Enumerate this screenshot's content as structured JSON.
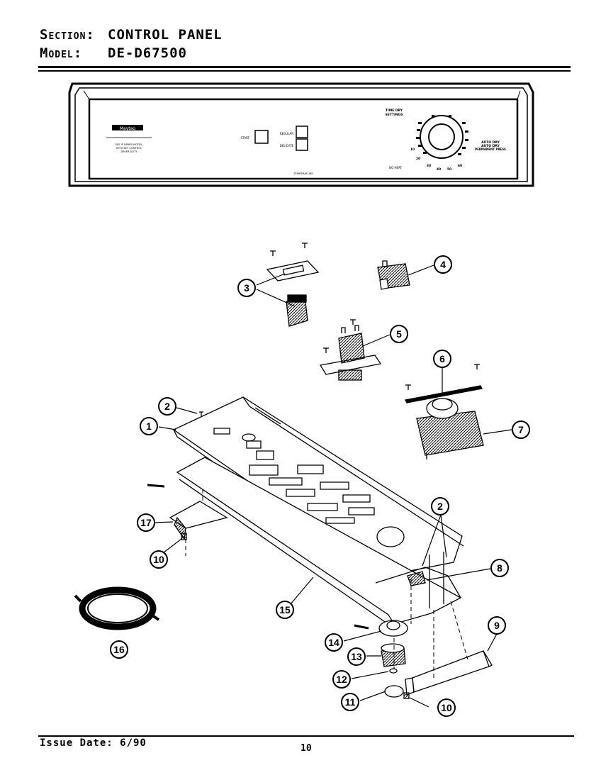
{
  "header": {
    "section_key": "Section:",
    "section_value": "CONTROL PANEL",
    "model_key": "Model:",
    "model_value": "DE-D67500"
  },
  "panel": {
    "brand": "Maytag",
    "side_note_line1": "SEE IF DRYER MODEL",
    "side_note_line2": "WITH KEY CONTROL",
    "side_note_line3": "DRYER DUTY",
    "start_label": "START",
    "regular_label": "REGULAR",
    "delicate_label": "DELICATE",
    "temperature_label": "TEMPERATURE",
    "dial_title_line1": "TIME DRY",
    "dial_title_line2": "SETTINGS",
    "no_heat_label": "NO HEAT",
    "dial_numbers": [
      "10",
      "20",
      "30",
      "40",
      "50",
      "60"
    ],
    "dial_right_line1": "AUTO DRY",
    "dial_right_line2": "AUTO DRY",
    "dial_right_line3": "PERMANENT PRESS"
  },
  "callouts": [
    "1",
    "2",
    "2",
    "3",
    "4",
    "5",
    "6",
    "7",
    "8",
    "9",
    "10",
    "10",
    "11",
    "12",
    "13",
    "14",
    "15",
    "16",
    "17"
  ],
  "footer": {
    "issue_date": "Issue Date: 6/90",
    "page_number": "10"
  }
}
